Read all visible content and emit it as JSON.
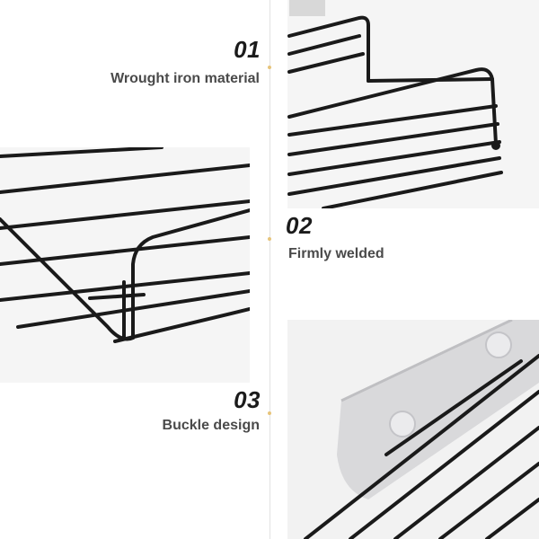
{
  "features": [
    {
      "number": "01",
      "text": "Wrought iron material"
    },
    {
      "number": "02",
      "text": "Firmly welded"
    },
    {
      "number": "03",
      "text": "Buckle design"
    }
  ],
  "colors": {
    "background": "#ffffff",
    "accent_dot": "#e7c47a",
    "rack_metal": "#1a1a1a",
    "divider": "#e2e2e2"
  }
}
